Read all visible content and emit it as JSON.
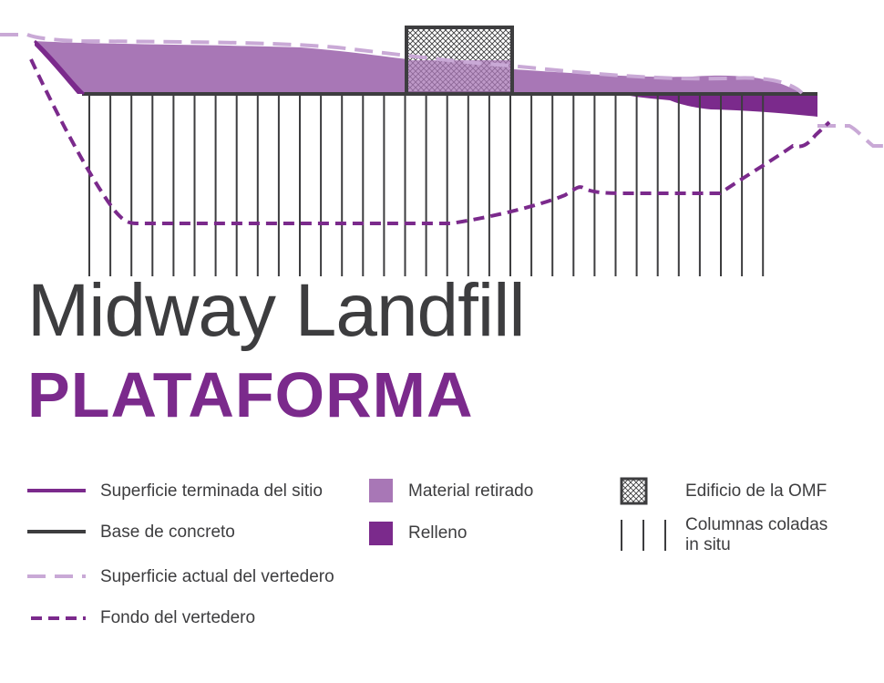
{
  "title": "Midway Landfill",
  "subtitle": "PLATAFORMA",
  "colors": {
    "finished_surface": "#7b2a8c",
    "concrete_base": "#3d3d3f",
    "current_surface": "#c9a9d6",
    "landfill_bottom": "#7b2a8c",
    "removed_material": "#a877b6",
    "fill": "#7b2a8c",
    "columns": "#3d3d3f"
  },
  "legend": {
    "finished_surface": "Superficie terminada del sitio",
    "concrete_base": "Base de concreto",
    "current_surface": "Superficie actual del vertedero",
    "landfill_bottom": "Fondo del vertedero",
    "removed_material": "Material retirado",
    "fill": "Relleno",
    "omf_building": "Edificio de la OMF",
    "columns_line1": "Columnas coladas",
    "columns_line2": "in situ"
  }
}
